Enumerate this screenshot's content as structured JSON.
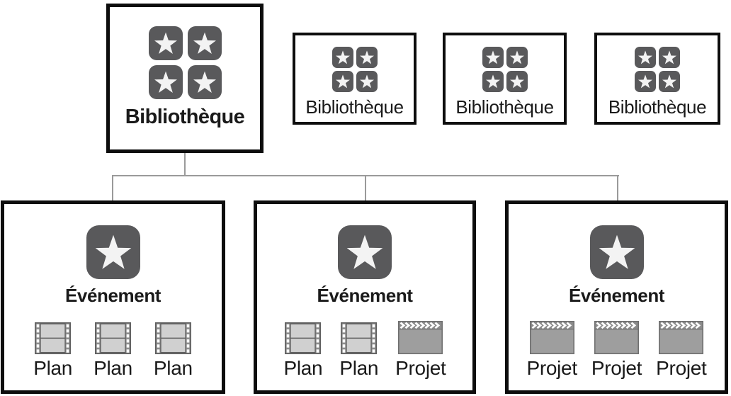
{
  "colors": {
    "box_border": "#0d0d0d",
    "icon_bg": "#59595b",
    "star_fill": "#f3f3f3",
    "connector": "#9a9a9a",
    "text": "#1a1a1a",
    "film_frame": "#d0d0d0",
    "film_sprocket": "#8d8d8d",
    "film_border": "#5f5f5f",
    "film_hole": "#ffffff",
    "clap_body": "#9e9e9e",
    "clap_strip": "#8b8b8b",
    "clap_border": "#6f6f6f",
    "clap_chevron": "#ffffff",
    "page_bg": "#ffffff"
  },
  "icons": {
    "library": "library-stars-icon",
    "event": "event-star-icon",
    "clip": "film-strip-icon",
    "project": "clapperboard-icon"
  },
  "diagram": {
    "main_library": {
      "label": "Bibliothèque"
    },
    "other_libraries": [
      {
        "label": "Bibliothèque"
      },
      {
        "label": "Bibliothèque"
      },
      {
        "label": "Bibliothèque"
      }
    ],
    "events": [
      {
        "label": "Événement",
        "items": [
          {
            "type": "clip",
            "label": "Plan"
          },
          {
            "type": "clip",
            "label": "Plan"
          },
          {
            "type": "clip",
            "label": "Plan"
          }
        ]
      },
      {
        "label": "Événement",
        "items": [
          {
            "type": "clip",
            "label": "Plan"
          },
          {
            "type": "clip",
            "label": "Plan"
          },
          {
            "type": "project",
            "label": "Projet"
          }
        ]
      },
      {
        "label": "Événement",
        "items": [
          {
            "type": "project",
            "label": "Projet"
          },
          {
            "type": "project",
            "label": "Projet"
          },
          {
            "type": "project",
            "label": "Projet"
          }
        ]
      }
    ]
  }
}
